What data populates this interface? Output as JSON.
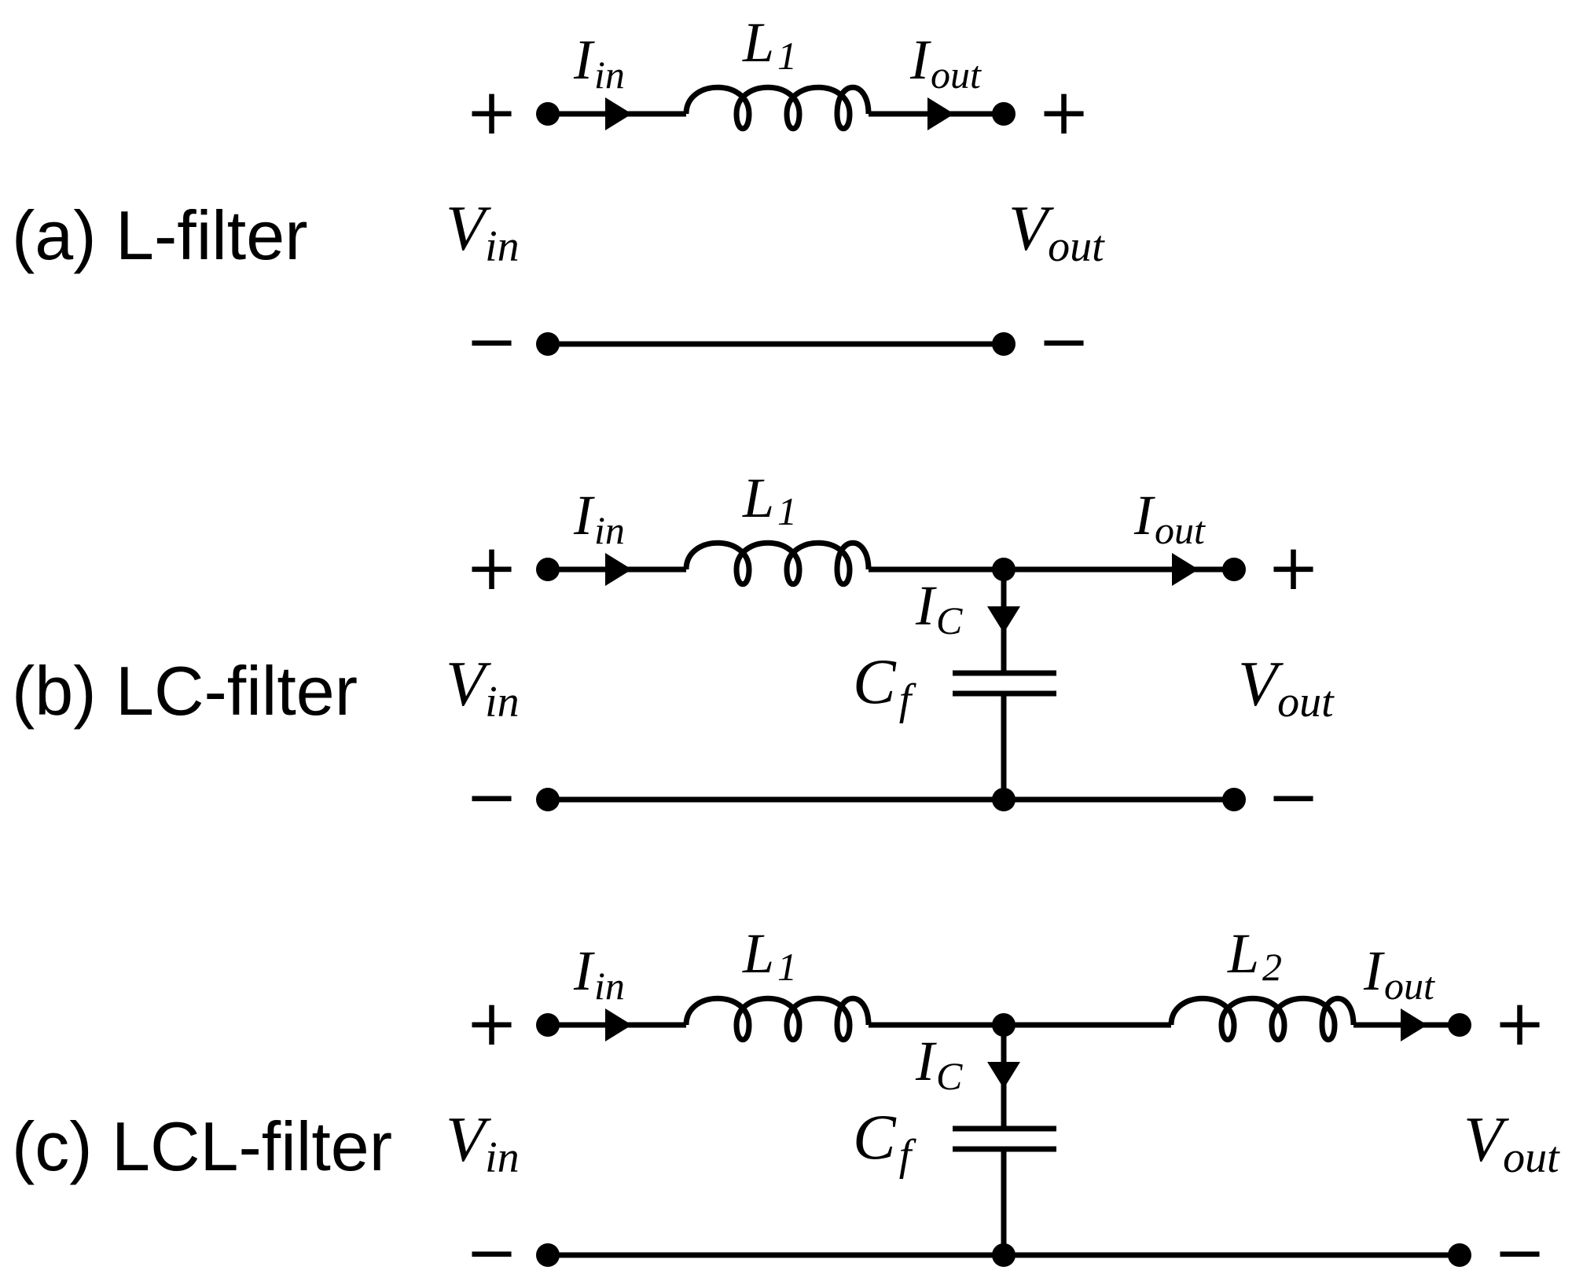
{
  "panels": [
    {
      "caption": "(a) L-filter",
      "in_current": {
        "main": "I",
        "sub": "in"
      },
      "out_current": {
        "main": "I",
        "sub": "out"
      },
      "inductor1": {
        "main": "L",
        "sub": "1"
      },
      "v_in": {
        "main": "V",
        "sub": "in"
      },
      "v_out": {
        "main": "V",
        "sub": "out"
      },
      "plus": "+",
      "minus": "−"
    },
    {
      "caption": "(b) LC-filter",
      "in_current": {
        "main": "I",
        "sub": "in"
      },
      "out_current": {
        "main": "I",
        "sub": "out"
      },
      "inductor1": {
        "main": "L",
        "sub": "1"
      },
      "cap_current": {
        "main": "I",
        "sub": "C"
      },
      "capacitor": {
        "main": "C",
        "sub": "f"
      },
      "v_in": {
        "main": "V",
        "sub": "in"
      },
      "v_out": {
        "main": "V",
        "sub": "out"
      },
      "plus": "+",
      "minus": "−"
    },
    {
      "caption": "(c) LCL-filter",
      "in_current": {
        "main": "I",
        "sub": "in"
      },
      "out_current": {
        "main": "I",
        "sub": "out"
      },
      "inductor1": {
        "main": "L",
        "sub": "1"
      },
      "inductor2": {
        "main": "L",
        "sub": "2"
      },
      "cap_current": {
        "main": "I",
        "sub": "C"
      },
      "capacitor": {
        "main": "C",
        "sub": "f"
      },
      "v_in": {
        "main": "V",
        "sub": "in"
      },
      "v_out": {
        "main": "V",
        "sub": "out"
      },
      "plus": "+",
      "minus": "−"
    }
  ]
}
